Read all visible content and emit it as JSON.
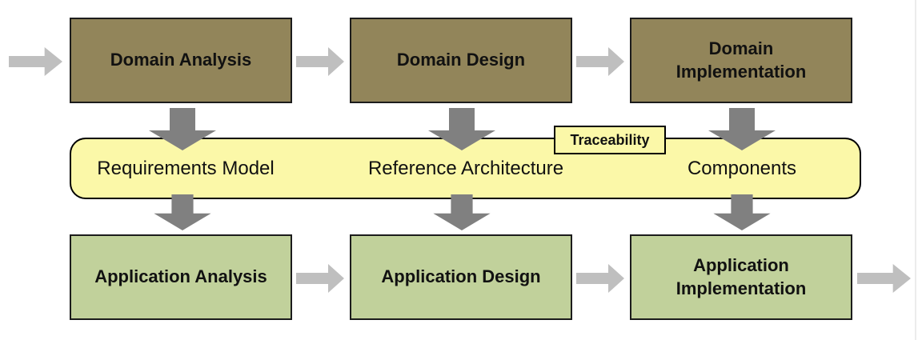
{
  "colors": {
    "domain-fill": "#92855a",
    "application-fill": "#c1d19b",
    "band-fill": "#fbf8a8",
    "box-border": "#1c1c1c",
    "arrow-light": "#bfbfbf",
    "arrow-dark": "#808080",
    "page-edge": "#ececec",
    "text": "#111111"
  },
  "top_row": {
    "boxes": [
      {
        "label": "Domain Analysis"
      },
      {
        "label": "Domain Design"
      },
      {
        "label": "Domain\nImplementation"
      }
    ]
  },
  "band": {
    "tag": "Traceability",
    "items": [
      {
        "label": "Requirements Model"
      },
      {
        "label": "Reference Architecture"
      },
      {
        "label": "Components"
      }
    ]
  },
  "bottom_row": {
    "boxes": [
      {
        "label": "Application Analysis"
      },
      {
        "label": "Application Design"
      },
      {
        "label": "Application\nImplementation"
      }
    ]
  }
}
